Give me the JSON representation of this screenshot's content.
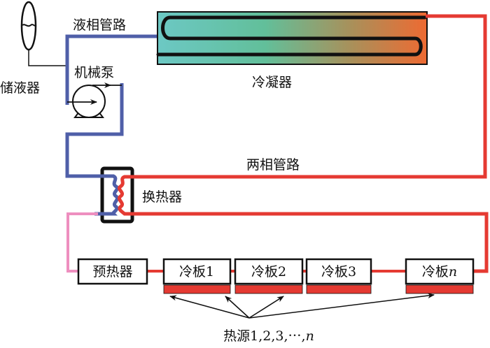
{
  "colors": {
    "liquid_pipe": "#4f5fa8",
    "two_phase_pipe": "#e53a32",
    "preheat_pipe": "#ee8fbf",
    "outline": "#111111",
    "heat_source_bar": "#e53a32",
    "condenser_gradient": [
      "#6cc8c4",
      "#62bf9a",
      "#a9905a",
      "#ee6a32"
    ]
  },
  "labels": {
    "reservoir": "储液器",
    "liquid_line": "液相管路",
    "pump": "机械泵",
    "condenser": "冷凝器",
    "two_phase_line": "两相管路",
    "heat_exchanger": "换热器",
    "heat_sources": "热源1,2,3,⋯,"
  },
  "heat_sources_suffix": "n",
  "components": {
    "preheater": "预热器",
    "cold_plates": [
      {
        "prefix": "冷板",
        "index": "1",
        "italic": false
      },
      {
        "prefix": "冷板",
        "index": "2",
        "italic": false
      },
      {
        "prefix": "冷板",
        "index": "3",
        "italic": false
      },
      {
        "prefix": "冷板",
        "index": "n",
        "italic": true
      }
    ]
  }
}
